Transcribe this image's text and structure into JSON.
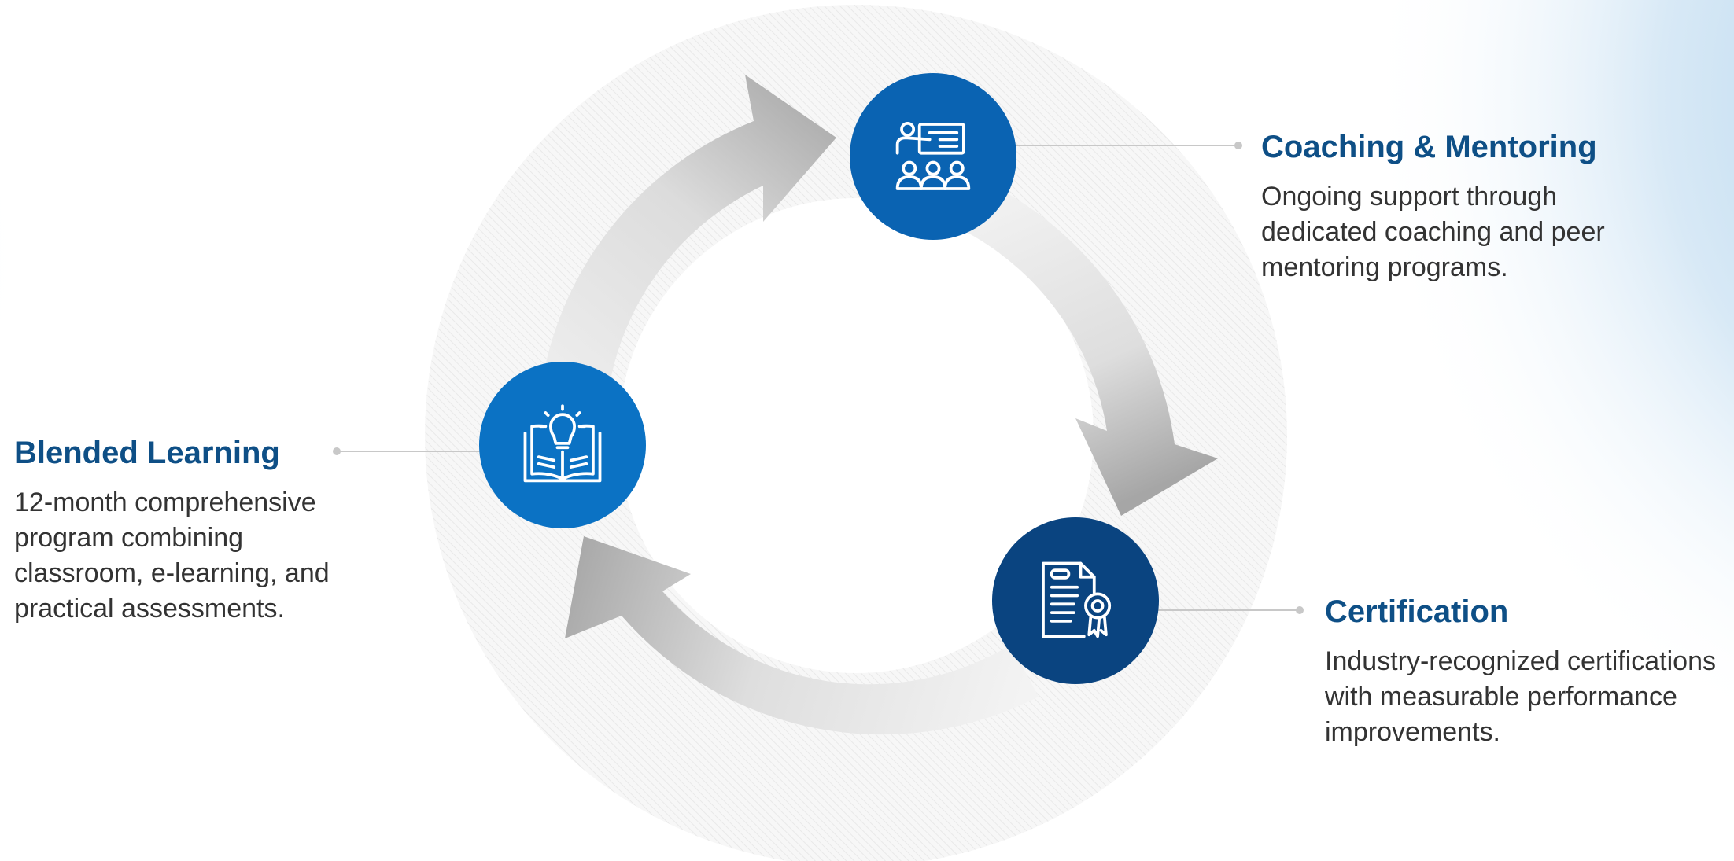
{
  "colors": {
    "heading": "#0e4f86",
    "body_text": "#333333",
    "node_blended": "#0b72c4",
    "node_coaching": "#0a63b2",
    "node_certification": "#0a4480",
    "connector": "#c8c8c8"
  },
  "steps": [
    {
      "key": "blended",
      "title": "Blended Learning",
      "description": "12-month comprehensive program combining classroom, e-learning, and practical assessments.",
      "icon": "open-book-lightbulb-icon"
    },
    {
      "key": "coaching",
      "title": "Coaching & Mentoring",
      "description": "Ongoing support through dedicated coaching and peer mentoring programs.",
      "icon": "presenter-audience-icon"
    },
    {
      "key": "certification",
      "title": "Certification",
      "description": "Industry-recognized certifications with measurable performance improvements.",
      "icon": "certificate-award-icon"
    }
  ]
}
